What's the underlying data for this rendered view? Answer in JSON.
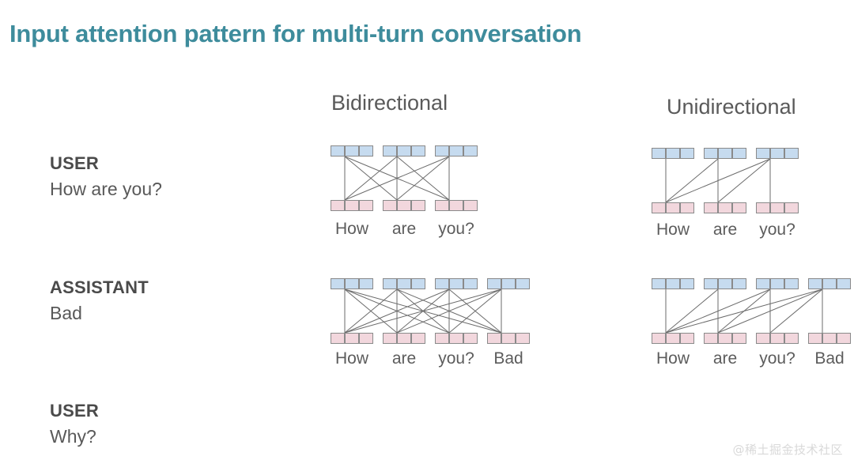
{
  "page": {
    "title": "Input attention pattern for multi-turn conversation",
    "title_color": "#3e8c9c",
    "background_color": "#ffffff",
    "watermark": "@稀土掘金技术社区"
  },
  "columns": [
    {
      "id": "bidirectional",
      "label": "Bidirectional"
    },
    {
      "id": "unidirectional",
      "label": "Unidirectional"
    }
  ],
  "turns": [
    {
      "role": "USER",
      "text": "How are you?"
    },
    {
      "role": "ASSISTANT",
      "text": "Bad"
    },
    {
      "role": "USER",
      "text": "Why?"
    }
  ],
  "diagram_colors": {
    "top_cell_fill": "#c6dbef",
    "top_cell_stroke": "#8a8a8a",
    "bottom_cell_fill": "#f2d7dd",
    "bottom_cell_stroke": "#8a8a8a",
    "edge_stroke": "#6b6b6b"
  },
  "diagrams": [
    {
      "id": "bi-0",
      "column": "bidirectional",
      "pattern": "bidirectional",
      "tokens": [
        "How",
        "are",
        "you?"
      ],
      "edges": [
        [
          0,
          0
        ],
        [
          0,
          1
        ],
        [
          0,
          2
        ],
        [
          1,
          0
        ],
        [
          1,
          1
        ],
        [
          1,
          2
        ],
        [
          2,
          0
        ],
        [
          2,
          1
        ],
        [
          2,
          2
        ]
      ]
    },
    {
      "id": "uni-0",
      "column": "unidirectional",
      "pattern": "unidirectional",
      "tokens": [
        "How",
        "are",
        "you?"
      ],
      "edges": [
        [
          0,
          0
        ],
        [
          1,
          0
        ],
        [
          1,
          1
        ],
        [
          2,
          0
        ],
        [
          2,
          1
        ],
        [
          2,
          2
        ]
      ]
    },
    {
      "id": "bi-1",
      "column": "bidirectional",
      "pattern": "bidirectional",
      "tokens": [
        "How",
        "are",
        "you?",
        "Bad"
      ],
      "edges": [
        [
          0,
          0
        ],
        [
          0,
          1
        ],
        [
          0,
          2
        ],
        [
          0,
          3
        ],
        [
          1,
          0
        ],
        [
          1,
          1
        ],
        [
          1,
          2
        ],
        [
          1,
          3
        ],
        [
          2,
          0
        ],
        [
          2,
          1
        ],
        [
          2,
          2
        ],
        [
          2,
          3
        ],
        [
          3,
          0
        ],
        [
          3,
          1
        ],
        [
          3,
          2
        ],
        [
          3,
          3
        ]
      ]
    },
    {
      "id": "uni-1",
      "column": "unidirectional",
      "pattern": "unidirectional",
      "tokens": [
        "How",
        "are",
        "you?",
        "Bad"
      ],
      "edges": [
        [
          0,
          0
        ],
        [
          1,
          0
        ],
        [
          1,
          1
        ],
        [
          2,
          0
        ],
        [
          2,
          1
        ],
        [
          2,
          2
        ],
        [
          3,
          0
        ],
        [
          3,
          1
        ],
        [
          3,
          2
        ],
        [
          3,
          3
        ]
      ]
    }
  ]
}
